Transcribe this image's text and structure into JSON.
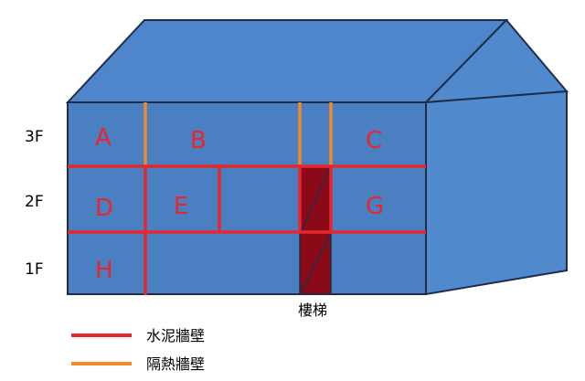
{
  "floors": [
    "3F",
    "2F",
    "1F"
  ],
  "rooms": {
    "a": "A",
    "b": "B",
    "c": "C",
    "d": "D",
    "e": "E",
    "g": "G",
    "h": "H"
  },
  "stair_label": "樓梯",
  "legend": {
    "concrete_wall": "水泥牆壁",
    "insulation_wall": "隔熱牆壁"
  },
  "colors": {
    "front_wall": "#4a7fc1",
    "roof": "#4f85cb",
    "side_wall": "#5189cd",
    "outline": "#1f2d4a",
    "concrete_wall": "#e8262e",
    "insulation_wall": "#f08a2c",
    "stair": "#8b0a17"
  }
}
